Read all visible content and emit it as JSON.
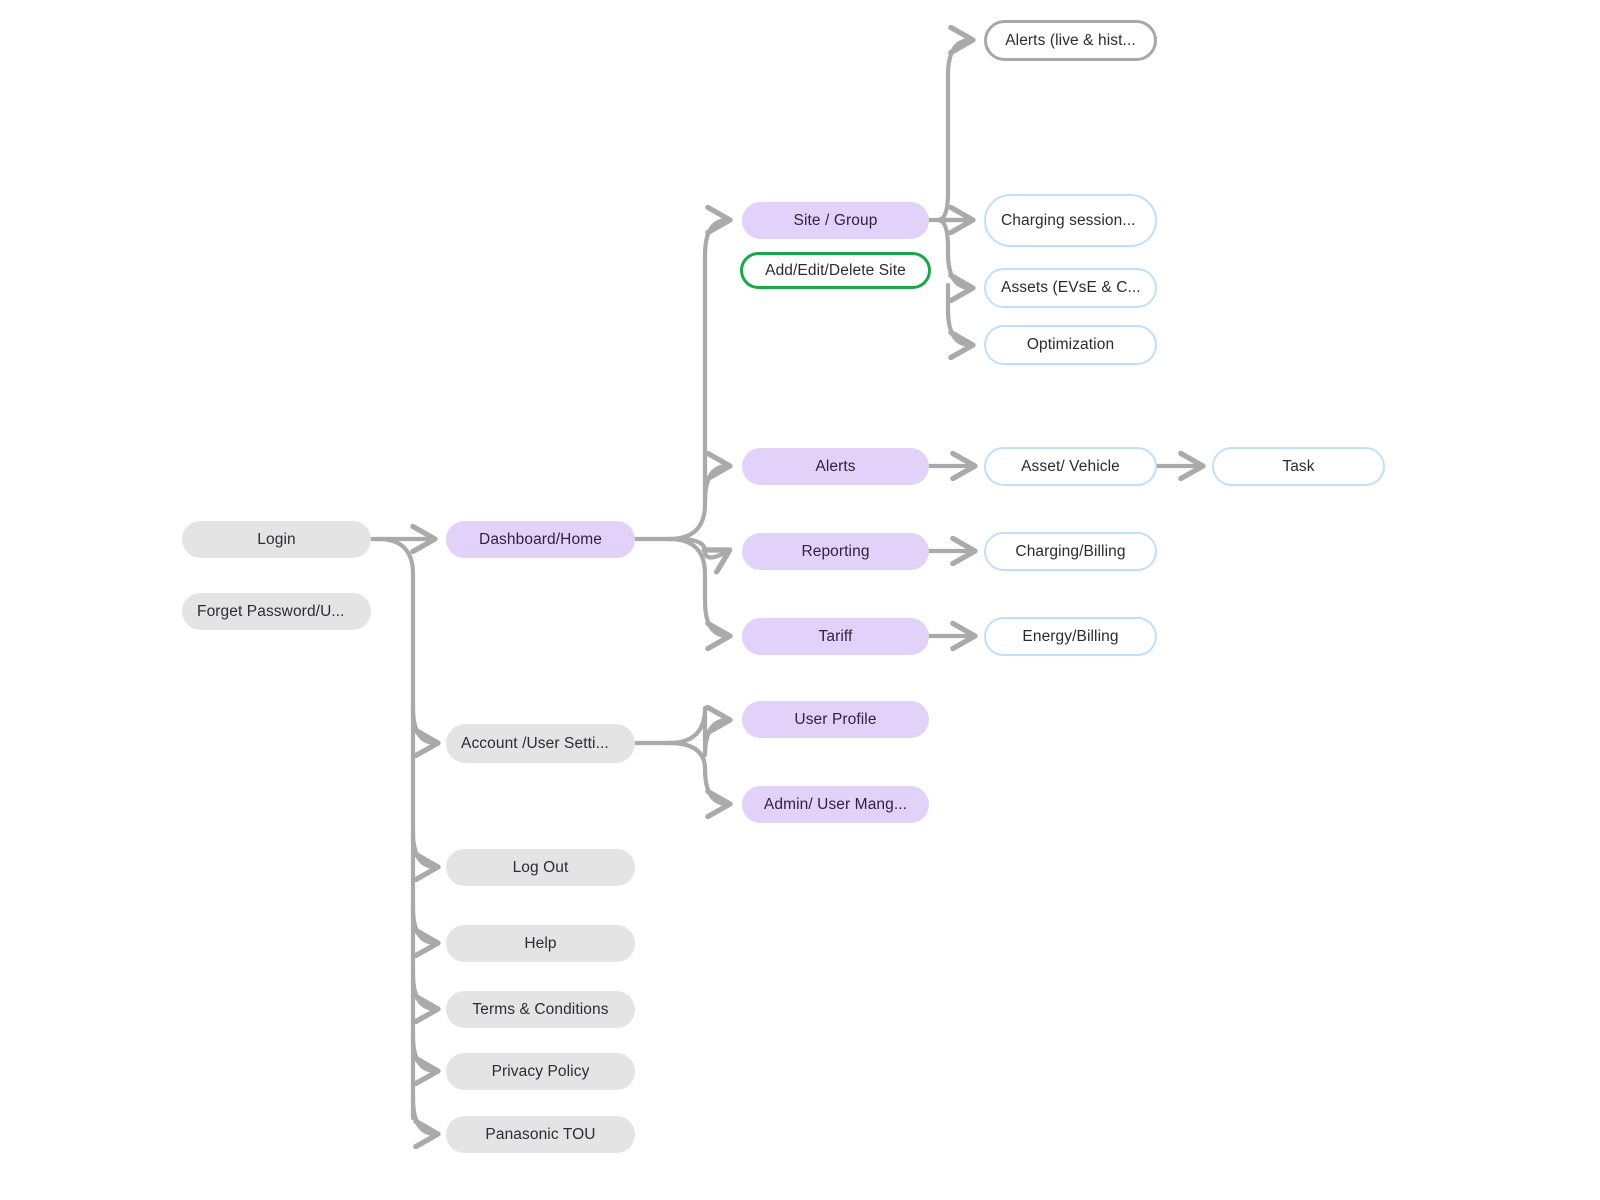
{
  "diagram": {
    "title": "Application Navigation Flowchart",
    "background": "#ffffff",
    "edge_color": "#aaaaaa",
    "colors": {
      "gray_fill": "#e4e4e4",
      "purple_fill": "#e2d2fa",
      "blue_border": "#bfe0fb",
      "gray_border": "#a8a8a8",
      "green_border": "#18a84a",
      "text": "#2b2b33"
    }
  },
  "nodes": {
    "login": {
      "label": "Login",
      "style": "gray",
      "align": "center"
    },
    "forget_password": {
      "label": "Forget Password/U...",
      "style": "gray",
      "align": "left"
    },
    "dashboard_home": {
      "label": "Dashboard/Home",
      "style": "purple",
      "align": "center"
    },
    "site_group": {
      "label": "Site / Group",
      "style": "purple",
      "align": "center"
    },
    "add_edit_delete_site": {
      "label": "Add/Edit/Delete Site",
      "style": "green",
      "align": "center"
    },
    "alerts_live_hist": {
      "label": "Alerts (live & hist...",
      "style": "gray-outline",
      "align": "center"
    },
    "charging_sessions": {
      "label": "Charging session...",
      "style": "blue",
      "align": "left"
    },
    "assets_evse": {
      "label": "Assets (EVsE & C...",
      "style": "blue",
      "align": "left"
    },
    "optimization": {
      "label": "Optimization",
      "style": "blue",
      "align": "center"
    },
    "alerts": {
      "label": "Alerts",
      "style": "purple",
      "align": "center"
    },
    "asset_vehicle": {
      "label": "Asset/ Vehicle",
      "style": "blue",
      "align": "center"
    },
    "task": {
      "label": "Task",
      "style": "blue",
      "align": "center"
    },
    "reporting": {
      "label": "Reporting",
      "style": "purple",
      "align": "center"
    },
    "charging_billing": {
      "label": "Charging/Billing",
      "style": "blue",
      "align": "center"
    },
    "tariff": {
      "label": "Tariff",
      "style": "purple",
      "align": "center"
    },
    "energy_billing": {
      "label": "Energy/Billing",
      "style": "blue",
      "align": "center"
    },
    "account_user_settings": {
      "label": "Account /User Setti...",
      "style": "gray",
      "align": "left"
    },
    "user_profile": {
      "label": "User Profile",
      "style": "purple",
      "align": "center"
    },
    "admin_user_mgmt": {
      "label": "Admin/ User Mang...",
      "style": "purple",
      "align": "center"
    },
    "log_out": {
      "label": "Log Out",
      "style": "gray",
      "align": "center"
    },
    "help": {
      "label": "Help",
      "style": "gray",
      "align": "center"
    },
    "terms_conditions": {
      "label": "Terms & Conditions",
      "style": "gray",
      "align": "center"
    },
    "privacy_policy": {
      "label": "Privacy Policy",
      "style": "gray",
      "align": "center"
    },
    "panasonic_tou": {
      "label": "Panasonic TOU",
      "style": "gray",
      "align": "center"
    }
  },
  "edges": [
    {
      "from": "login",
      "to": "dashboard_home"
    },
    {
      "from": "login",
      "to": "account_user_settings"
    },
    {
      "from": "login",
      "to": "log_out"
    },
    {
      "from": "login",
      "to": "help"
    },
    {
      "from": "login",
      "to": "terms_conditions"
    },
    {
      "from": "login",
      "to": "privacy_policy"
    },
    {
      "from": "login",
      "to": "panasonic_tou"
    },
    {
      "from": "dashboard_home",
      "to": "site_group"
    },
    {
      "from": "dashboard_home",
      "to": "alerts"
    },
    {
      "from": "dashboard_home",
      "to": "reporting"
    },
    {
      "from": "dashboard_home",
      "to": "tariff"
    },
    {
      "from": "site_group",
      "to": "alerts_live_hist"
    },
    {
      "from": "site_group",
      "to": "charging_sessions"
    },
    {
      "from": "site_group",
      "to": "assets_evse"
    },
    {
      "from": "site_group",
      "to": "optimization"
    },
    {
      "from": "alerts",
      "to": "asset_vehicle"
    },
    {
      "from": "asset_vehicle",
      "to": "task"
    },
    {
      "from": "reporting",
      "to": "charging_billing"
    },
    {
      "from": "tariff",
      "to": "energy_billing"
    },
    {
      "from": "account_user_settings",
      "to": "user_profile"
    },
    {
      "from": "account_user_settings",
      "to": "admin_user_mgmt"
    }
  ]
}
